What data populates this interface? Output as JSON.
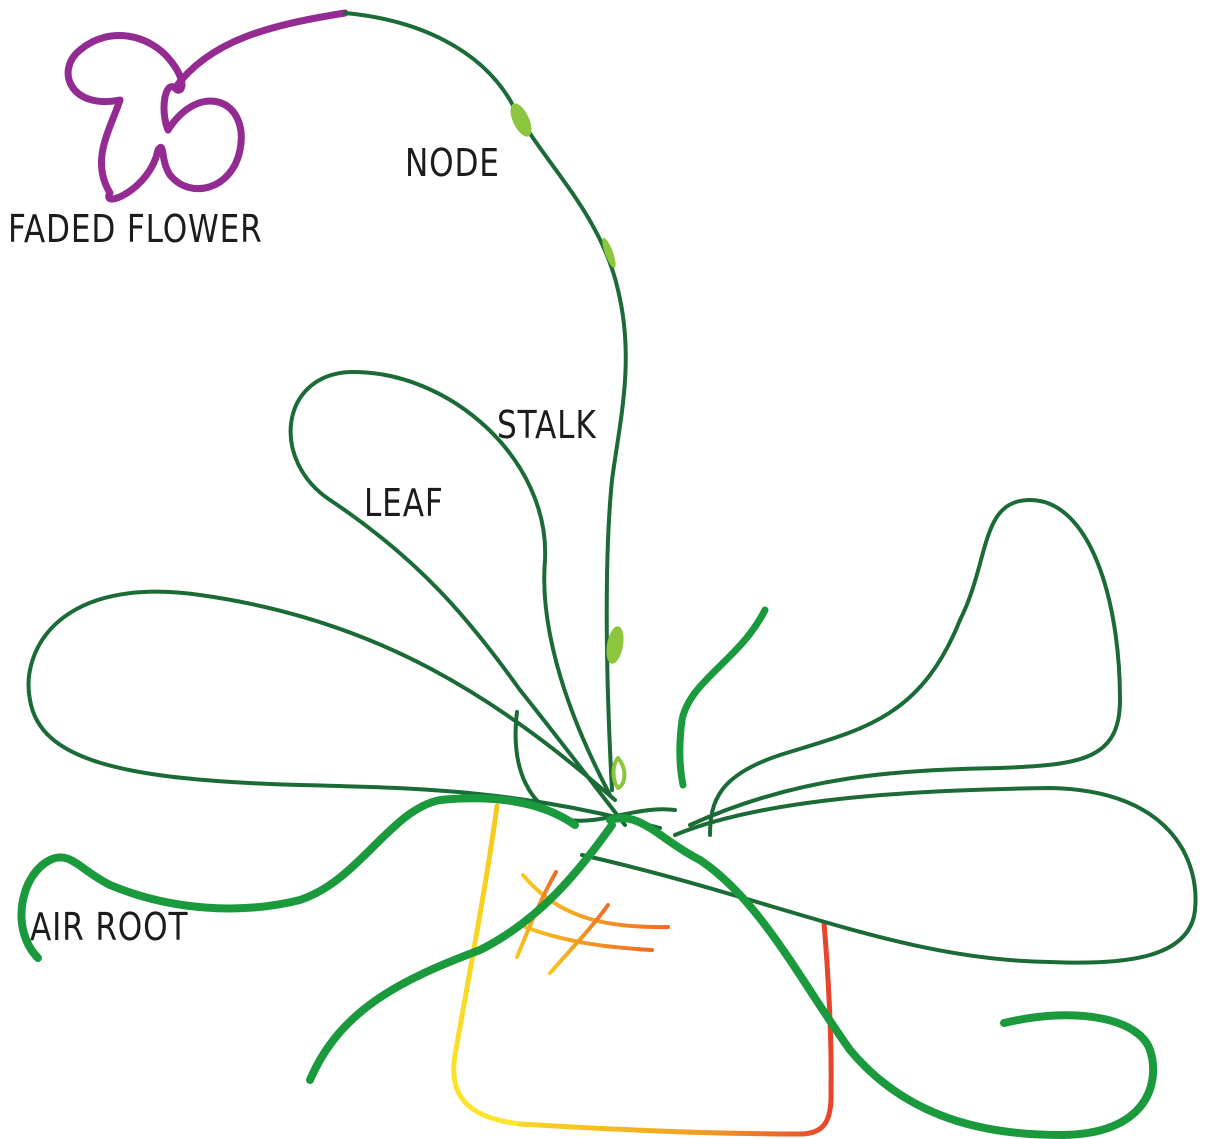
{
  "labels": {
    "faded_flower": "FADED FLOWER",
    "node": "NODE",
    "stalk": "STALK",
    "leaf": "LEAF",
    "air_root": "AIR ROOT"
  },
  "colors": {
    "leaf_dark_green": "#1b6b37",
    "root_green": "#1a9a3c",
    "node_green": "#8cc63f",
    "flower_purple": "#932b93",
    "pot_yellow": "#f7d51e",
    "pot_red": "#e8442c",
    "pot_orange": "#f39a22"
  }
}
